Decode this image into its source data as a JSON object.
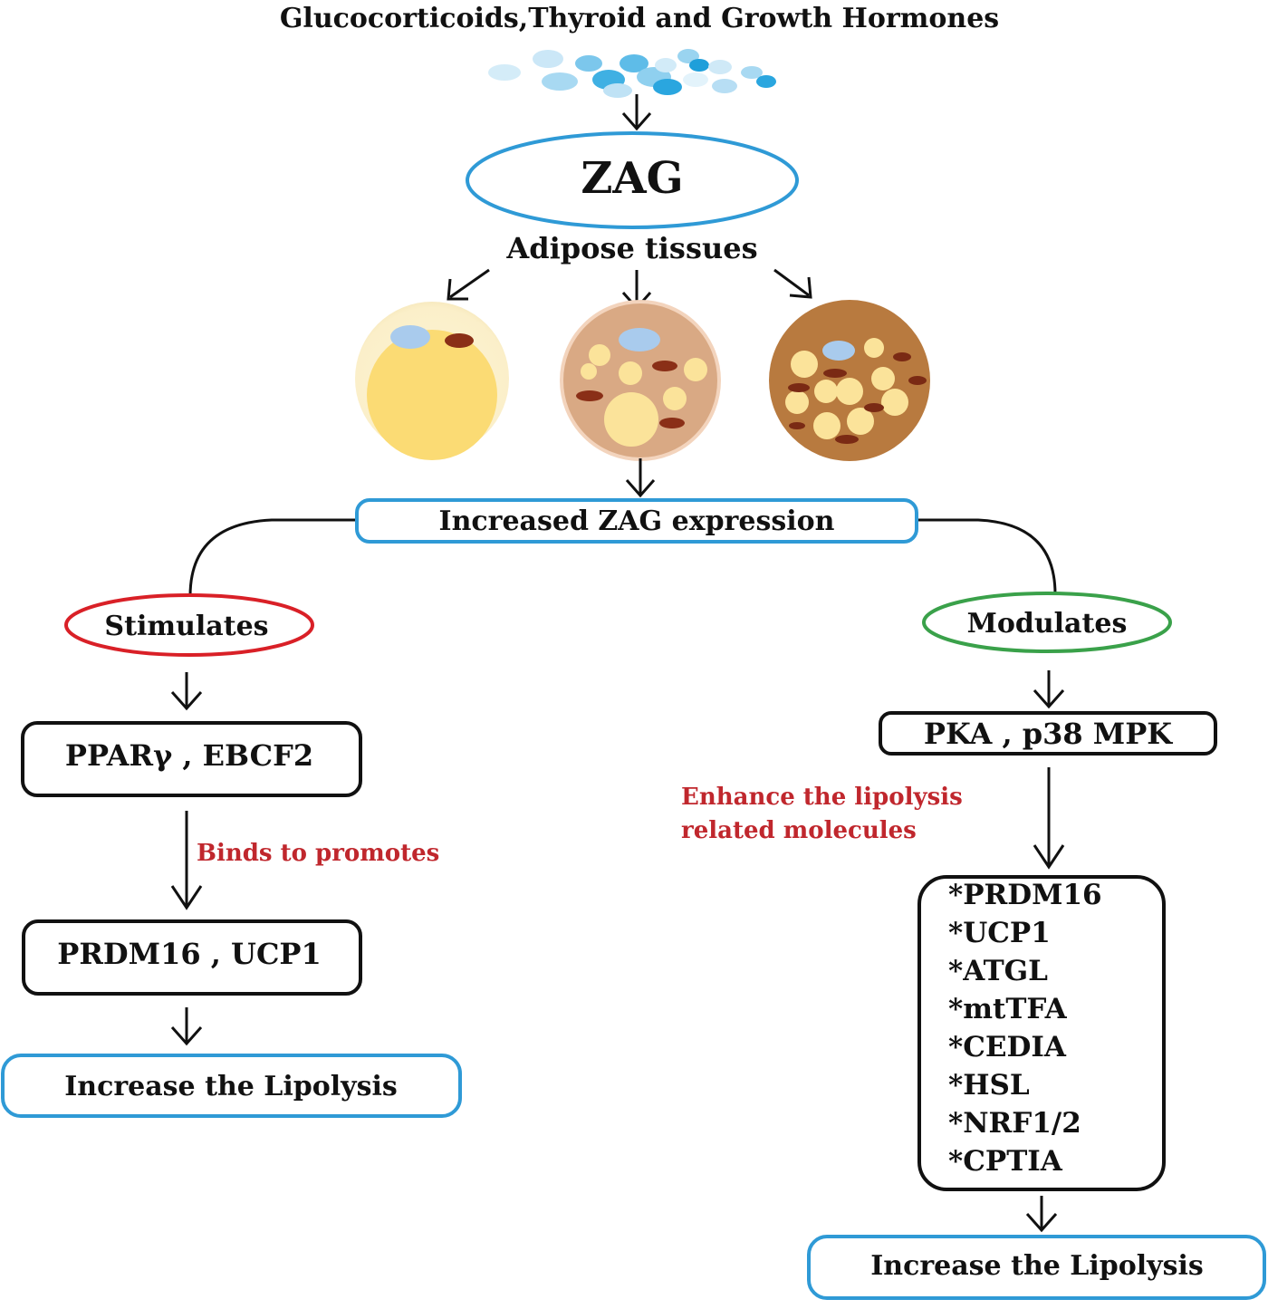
{
  "title": "Glucocorticoids,Thyroid and Growth Hormones",
  "zag": "ZAG",
  "adipose": "Adipose tissues",
  "increased_expression": "Increased ZAG expression",
  "left": {
    "oval": "Stimulates",
    "box1": "PPARγ , EBCF2",
    "annotation": "Binds to promotes",
    "box2": "PRDM16 , UCP1",
    "result": "Increase the Lipolysis"
  },
  "right": {
    "oval": "Modulates",
    "box1": "PKA , p38 MPK",
    "annotation_line1": "Enhance the lipolysis",
    "annotation_line2": "related molecules",
    "molecules": [
      "*PRDM16",
      "*UCP1",
      "*ATGL",
      "*mtTFA",
      "*CEDIA",
      "*HSL",
      "*NRF1/2",
      "*CPTIA"
    ],
    "result": "Increase the Lipolysis"
  },
  "colors": {
    "blue_outline": "#2f9ad6",
    "red_outline": "#d92027",
    "green_outline": "#3aa14a",
    "annotation_red": "#c0272d"
  }
}
